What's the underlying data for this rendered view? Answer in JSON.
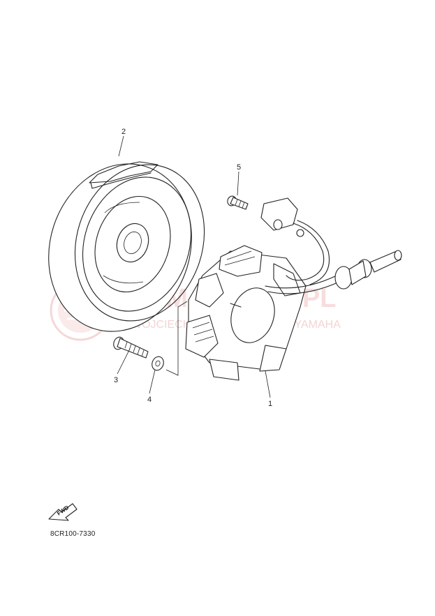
{
  "callouts": {
    "c1": "1",
    "c2": "2",
    "c3": "3",
    "c4": "4",
    "c5": "5"
  },
  "part_code": "8CR100-7330",
  "fwd_label": "FWD",
  "watermark": {
    "main": "YAMAPARTS.PL",
    "sub": "WOJCIECH DOROCH DEALER YAMAHA",
    "color": "#e9a0a0"
  }
}
